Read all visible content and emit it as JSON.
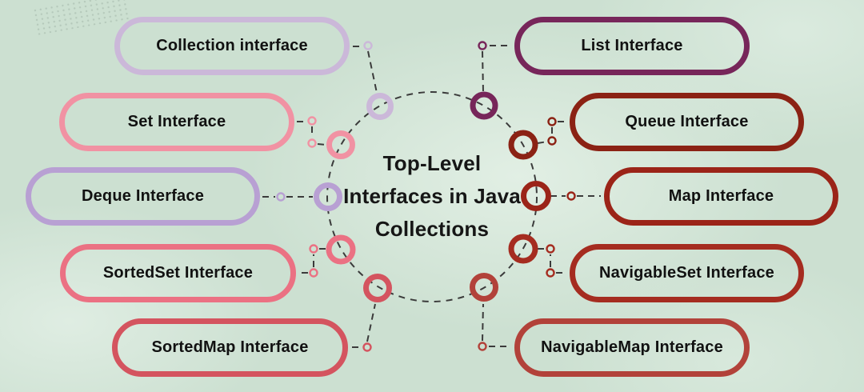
{
  "title": {
    "line1": "Top-Level",
    "line2": "Interfaces in Java",
    "line3": "Collections"
  },
  "interfaces": [
    {
      "id": "collection",
      "label": "Collection interface",
      "color": "#cbb8d9"
    },
    {
      "id": "set",
      "label": "Set Interface",
      "color": "#f192a3"
    },
    {
      "id": "deque",
      "label": "Deque Interface",
      "color": "#b8a0d3"
    },
    {
      "id": "sortedset",
      "label": "SortedSet Interface",
      "color": "#eb7183"
    },
    {
      "id": "sortedmap",
      "label": "SortedMap Interface",
      "color": "#d4545f"
    },
    {
      "id": "list",
      "label": "List Interface",
      "color": "#77265a"
    },
    {
      "id": "queue",
      "label": "Queue Interface",
      "color": "#8b2214"
    },
    {
      "id": "map",
      "label": "Map Interface",
      "color": "#9b2418"
    },
    {
      "id": "navigableset",
      "label": "NavigableSet Interface",
      "color": "#a52c20"
    },
    {
      "id": "navigablemap",
      "label": "NavigableMap Interface",
      "color": "#b2423a"
    }
  ],
  "colors": {
    "background": "#cce0d1",
    "connector": "#3b3b3b",
    "text": "#161616"
  }
}
